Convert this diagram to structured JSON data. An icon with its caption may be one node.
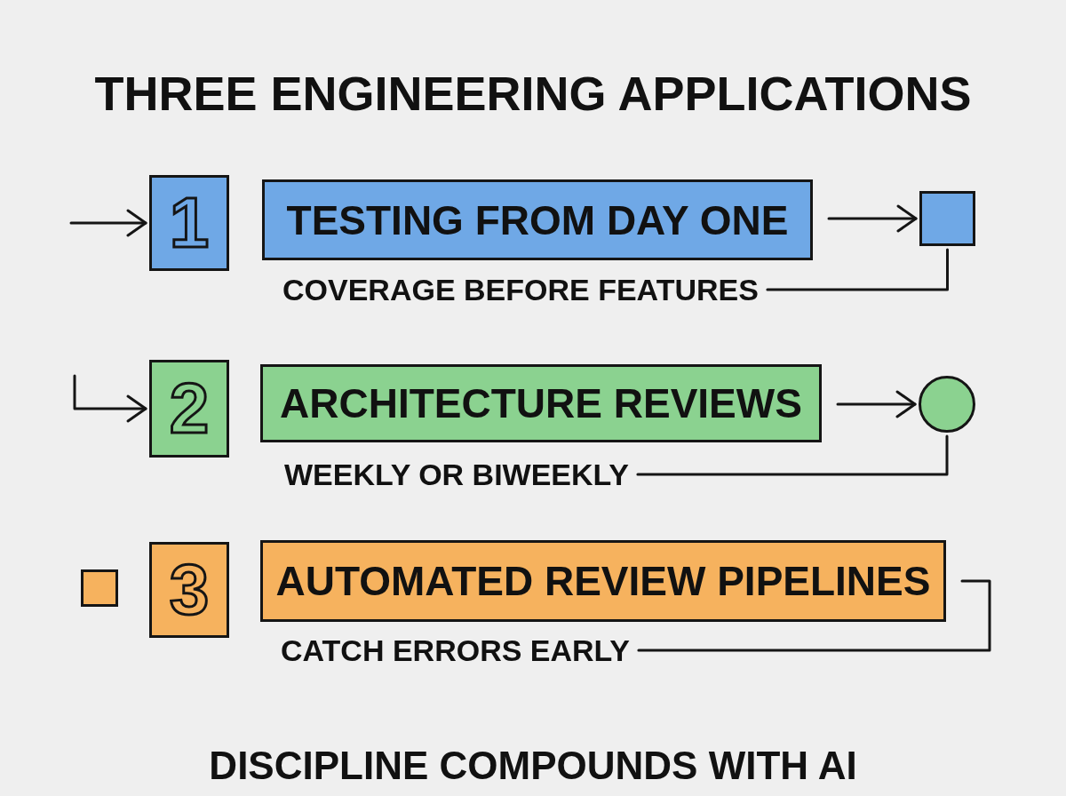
{
  "diagram": {
    "title": "THREE ENGINEERING APPLICATIONS",
    "caption": "DISCIPLINE COMPOUNDS WITH AI",
    "nodes": [
      {
        "text": [
          "1"
        ]
      },
      {
        "text": [
          "TESTING FROM DAY ONE"
        ]
      },
      {
        "text": [],
        "shape": "square"
      },
      {
        "text": [
          "COVERAGE BEFORE FEATURES"
        ]
      },
      {
        "text": [
          "2"
        ]
      },
      {
        "text": [
          "ARCHITECTURE REVIEWS"
        ]
      },
      {
        "text": [],
        "shape": "circle"
      },
      {
        "text": [
          "WEEKLY OR BIWEEKLY"
        ]
      },
      {
        "text": [],
        "shape": "square"
      },
      {
        "text": [
          "3"
        ]
      },
      {
        "text": [
          "AUTOMATED REVIEW PIPELINES"
        ]
      },
      {
        "text": [
          "CATCH ERRORS EARLY"
        ]
      }
    ],
    "edges": [
      {
        "from": null,
        "to": 0,
        "arrow": "to"
      },
      {
        "from": 1,
        "to": 2,
        "arrow": "to"
      },
      {
        "from": 2,
        "to": 3,
        "arrow": "none"
      },
      {
        "from": null,
        "to": 4,
        "arrow": "to"
      },
      {
        "from": 5,
        "to": 6,
        "arrow": "to"
      },
      {
        "from": 6,
        "to": 7,
        "arrow": "none"
      },
      {
        "from": 10,
        "to": 11,
        "arrow": "none"
      }
    ]
  }
}
